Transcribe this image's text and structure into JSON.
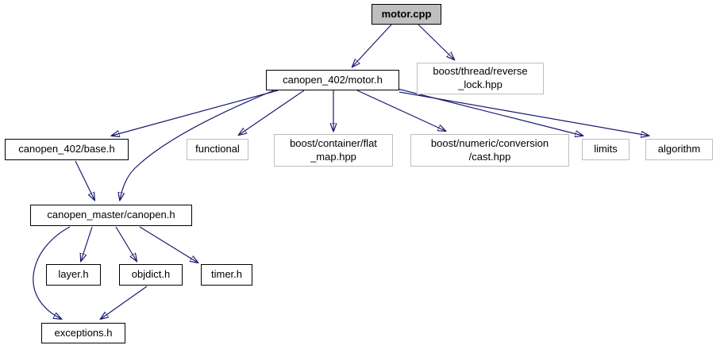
{
  "diagram": {
    "type": "include-dependency-graph",
    "root": "motor.cpp"
  },
  "colors": {
    "edge": "#191970",
    "internal_node_border": "#000000",
    "external_node_border": "#bebebe",
    "root_node_fill": "#bfbfbf",
    "node_fill": "#ffffff",
    "background": "#ffffff"
  },
  "nodes": [
    {
      "id": "motor-cpp",
      "label": "motor.cpp",
      "kind": "root"
    },
    {
      "id": "canopen-402-motor-h",
      "label": "canopen_402/motor.h",
      "kind": "internal"
    },
    {
      "id": "boost-thread-reverse-lock-hpp",
      "label": "boost/thread/reverse\n_lock.hpp",
      "kind": "external"
    },
    {
      "id": "canopen-402-base-h",
      "label": "canopen_402/base.h",
      "kind": "internal"
    },
    {
      "id": "functional",
      "label": "functional",
      "kind": "external"
    },
    {
      "id": "boost-container-flat-map-hpp",
      "label": "boost/container/flat\n_map.hpp",
      "kind": "external"
    },
    {
      "id": "boost-numeric-conversion-cast-hpp",
      "label": "boost/numeric/conversion\n/cast.hpp",
      "kind": "external"
    },
    {
      "id": "limits",
      "label": "limits",
      "kind": "external"
    },
    {
      "id": "algorithm",
      "label": "algorithm",
      "kind": "external"
    },
    {
      "id": "canopen-master-canopen-h",
      "label": "canopen_master/canopen.h",
      "kind": "internal"
    },
    {
      "id": "layer-h",
      "label": "layer.h",
      "kind": "internal"
    },
    {
      "id": "objdict-h",
      "label": "objdict.h",
      "kind": "internal"
    },
    {
      "id": "timer-h",
      "label": "timer.h",
      "kind": "internal"
    },
    {
      "id": "exceptions-h",
      "label": "exceptions.h",
      "kind": "internal"
    }
  ],
  "edges": [
    {
      "from": "motor-cpp",
      "to": "canopen-402-motor-h"
    },
    {
      "from": "motor-cpp",
      "to": "boost-thread-reverse-lock-hpp"
    },
    {
      "from": "canopen-402-motor-h",
      "to": "canopen-402-base-h"
    },
    {
      "from": "canopen-402-motor-h",
      "to": "functional"
    },
    {
      "from": "canopen-402-motor-h",
      "to": "canopen-master-canopen-h"
    },
    {
      "from": "canopen-402-motor-h",
      "to": "boost-container-flat-map-hpp"
    },
    {
      "from": "canopen-402-motor-h",
      "to": "boost-numeric-conversion-cast-hpp"
    },
    {
      "from": "canopen-402-motor-h",
      "to": "limits"
    },
    {
      "from": "canopen-402-motor-h",
      "to": "algorithm"
    },
    {
      "from": "canopen-402-base-h",
      "to": "canopen-master-canopen-h"
    },
    {
      "from": "canopen-master-canopen-h",
      "to": "layer-h"
    },
    {
      "from": "canopen-master-canopen-h",
      "to": "objdict-h"
    },
    {
      "from": "canopen-master-canopen-h",
      "to": "timer-h"
    },
    {
      "from": "canopen-master-canopen-h",
      "to": "exceptions-h"
    },
    {
      "from": "objdict-h",
      "to": "exceptions-h"
    }
  ]
}
